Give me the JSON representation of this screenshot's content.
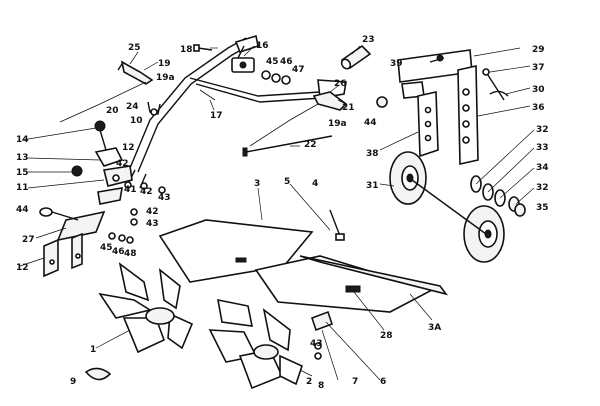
{
  "labels": [
    "25",
    "19",
    "19a",
    "20",
    "18",
    "16",
    "45",
    "46",
    "47",
    "23",
    "39",
    "29",
    "37",
    "30",
    "36",
    "26",
    "21",
    "19a",
    "44",
    "24",
    "10",
    "17",
    "14",
    "12",
    "13",
    "15",
    "11",
    "42",
    "41",
    "42",
    "43",
    "22",
    "38",
    "32",
    "33",
    "34",
    "32",
    "35",
    "31",
    "44",
    "27",
    "12",
    "42",
    "43",
    "45",
    "46",
    "48",
    "3",
    "5",
    "4",
    "28",
    "3A",
    "1",
    "2",
    "9",
    "7",
    "6",
    "8",
    "43"
  ]
}
